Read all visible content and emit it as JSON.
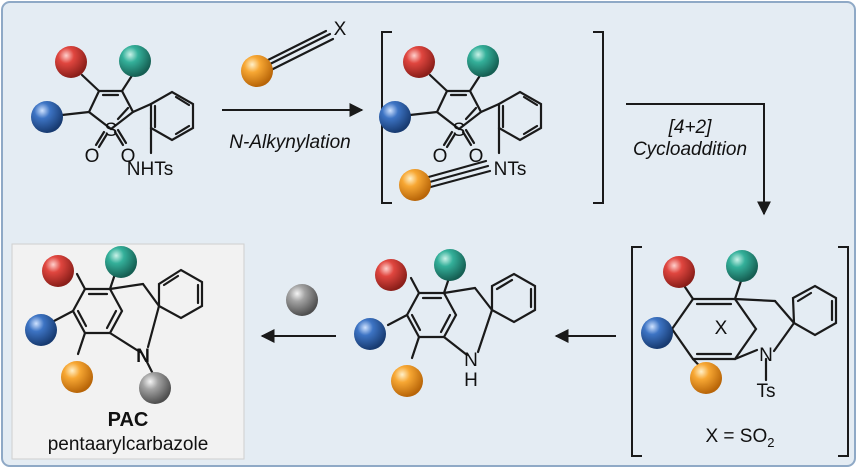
{
  "colors": {
    "panel_bg": "#e4ecf3",
    "panel_border": "#8fa9c6",
    "result_box_bg": "#f2f2f2",
    "red_ball": "#c8322c",
    "teal_ball": "#2a9a86",
    "blue_ball": "#2c5fa8",
    "orange_ball": "#f29a2a",
    "gray_ball": "#8c8c8c"
  },
  "reagent": {
    "substituent": "X",
    "ball_icon": "orange-ball"
  },
  "step1": {
    "label": "N-Alkynylation"
  },
  "starting_material": {
    "sulfur": "S",
    "oxygen_left": "O",
    "oxygen_right": "O",
    "amine": "NHTs"
  },
  "intermediate1": {
    "sulfur": "S",
    "oxygen_left": "O",
    "oxygen_right": "O",
    "amine": "NTs"
  },
  "step2": {
    "label_line1": "[4+2]",
    "label_line2": "Cycloaddition"
  },
  "intermediate2": {
    "bridge": "X",
    "nitrogen": "N",
    "protecting_group": "Ts",
    "note_prefix": "X = SO",
    "note_subscript": "2"
  },
  "carbazole": {
    "nitrogen": "N",
    "hydrogen": "H"
  },
  "final_step": {
    "reagent_ball_icon": "gray-ball"
  },
  "product": {
    "nitrogen": "N",
    "name": "PAC",
    "full_name": "pentaarylcarbazole"
  }
}
